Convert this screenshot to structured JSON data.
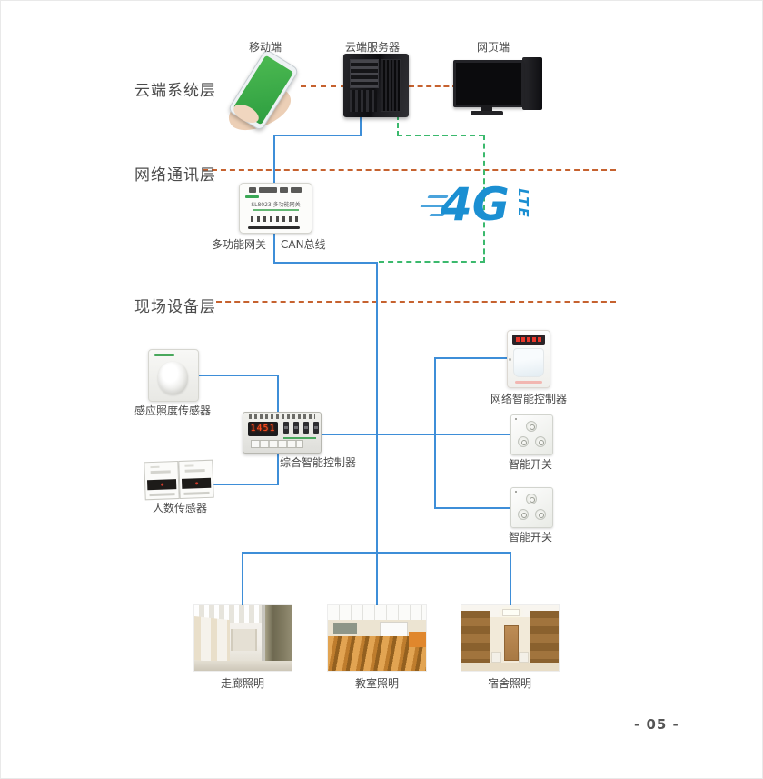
{
  "colors": {
    "line_blue": "#3E8ED8",
    "dash_orange": "#C6622F",
    "dash_green": "#3BB96D",
    "logo_blue": "#1B8FD2",
    "label_text": "#4A4A4A"
  },
  "layers": {
    "cloud": {
      "title": "云端系统层"
    },
    "network": {
      "title": "网络通讯层"
    },
    "field": {
      "title": "现场设备层"
    }
  },
  "cloud": {
    "mobile_label": "移动端",
    "server_label": "云端服务器",
    "web_label": "网页端"
  },
  "network": {
    "gateway_label": "多功能网关",
    "canbus_label": "CAN总线",
    "gateway_device_text": "SL8023 多功能网关",
    "logo_main": "4G",
    "logo_sub": "LTE"
  },
  "field": {
    "light_sensor_label": "感应照度传感器",
    "people_sensor_label": "人数传感器",
    "controller_label": "综合智能控制器",
    "controller_display": "1451",
    "network_controller_label": "网络智能控制器",
    "switch1_label": "智能开关",
    "switch2_label": "智能开关"
  },
  "scenes": {
    "corridor_label": "走廊照明",
    "classroom_label": "教室照明",
    "dorm_label": "宿舍照明"
  },
  "footer": {
    "page_number": "- 05 -"
  }
}
